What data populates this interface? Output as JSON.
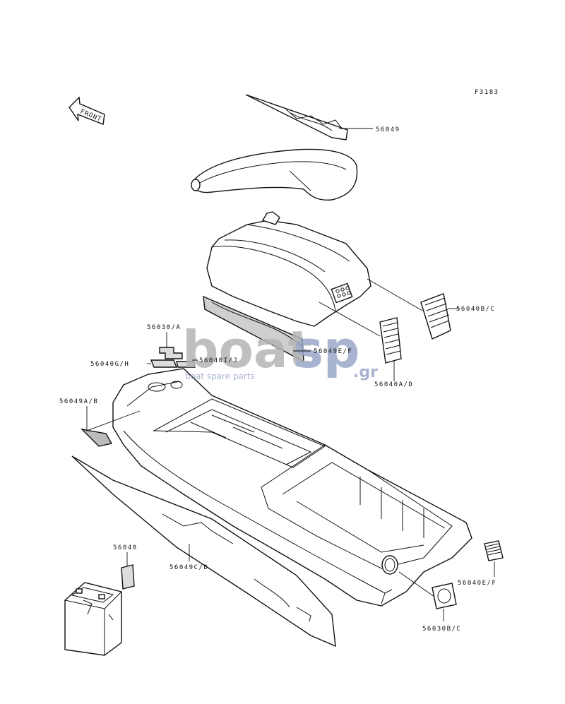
{
  "figure_code": "F3183",
  "front_label": "FRONT",
  "watermark": {
    "brand_a": "boat",
    "brand_b": "sp",
    "tld": ".gr",
    "tagline": "boat spare parts"
  },
  "callouts": [
    {
      "id": "56049",
      "text": "56049"
    },
    {
      "id": "56040b",
      "text": "56040B/C"
    },
    {
      "id": "56049e",
      "text": "56049E/F"
    },
    {
      "id": "56040a",
      "text": "56040A/D"
    },
    {
      "id": "56030a",
      "text": "56030/A"
    },
    {
      "id": "56040g",
      "text": "56040G/H"
    },
    {
      "id": "56040i",
      "text": "56040I/J"
    },
    {
      "id": "56049a",
      "text": "56049A/B"
    },
    {
      "id": "56040",
      "text": "56040"
    },
    {
      "id": "56049c",
      "text": "56049C/D"
    },
    {
      "id": "56040e",
      "text": "56040E/F"
    },
    {
      "id": "56030b",
      "text": "56030B/C"
    }
  ]
}
